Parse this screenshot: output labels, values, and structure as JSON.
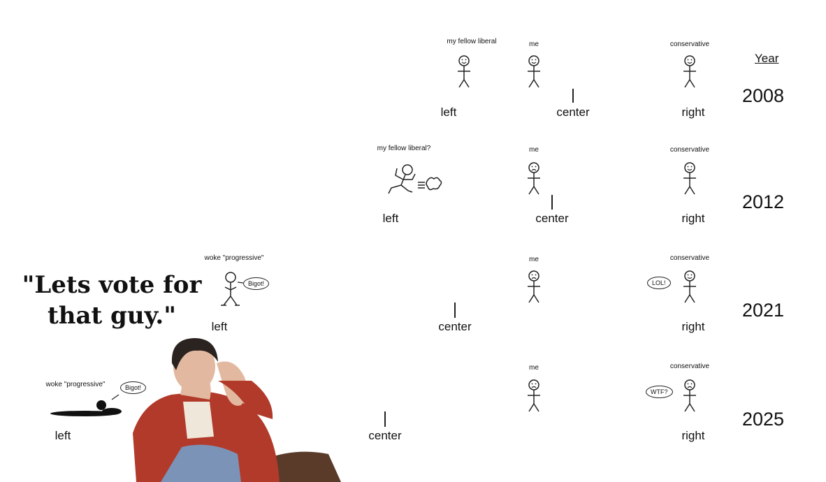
{
  "header": {
    "year_label": "Year"
  },
  "rows": [
    {
      "year": "2008",
      "left": "left",
      "center": "center",
      "right": "right",
      "fellow_label": "my fellow liberal",
      "me_label": "me",
      "conservative_label": "conservative"
    },
    {
      "year": "2012",
      "left": "left",
      "center": "center",
      "right": "right",
      "fellow_label": "my fellow liberal?",
      "me_label": "me",
      "conservative_label": "conservative"
    },
    {
      "year": "2021",
      "left": "left",
      "center": "center",
      "right": "right",
      "fellow_label": "woke \"progressive\"",
      "me_label": "me",
      "conservative_label": "conservative",
      "left_bubble": "Bigot!",
      "right_bubble": "LOL!"
    },
    {
      "year": "2025",
      "left": "left",
      "center": "center",
      "right": "right",
      "fellow_label": "woke \"progressive\"",
      "me_label": "me",
      "conservative_label": "conservative",
      "left_bubble": "Bigot!",
      "right_bubble": "WTF?"
    }
  ],
  "caption": {
    "line1": "\"Lets vote for",
    "line2": "that guy.\""
  },
  "colors": {
    "left_line": "#3b6fd0",
    "right_line": "#d9534f",
    "jacket": "#b23a2a"
  }
}
